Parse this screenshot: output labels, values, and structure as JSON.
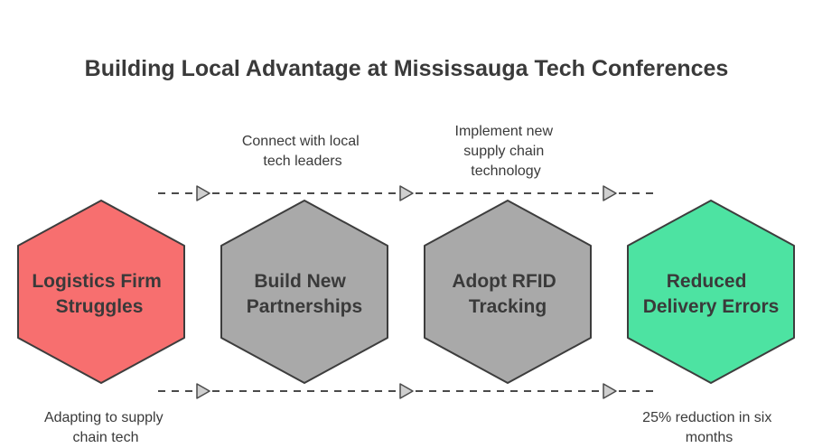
{
  "title": "Building Local Advantage at Mississauga Tech Conferences",
  "colors": {
    "text": "#3a3a3a",
    "connector": "#4a4a4a"
  },
  "steps": [
    {
      "label_lines": [
        "Logistics Firm",
        "Struggles"
      ],
      "fill": "#f76f6f",
      "stroke": "#3d3d3d"
    },
    {
      "label_lines": [
        "Build New",
        "Partnerships"
      ],
      "fill": "#a9a9a9",
      "stroke": "#3d3d3d"
    },
    {
      "label_lines": [
        "Adopt RFID",
        "Tracking"
      ],
      "fill": "#a9a9a9",
      "stroke": "#3d3d3d"
    },
    {
      "label_lines": [
        "Reduced",
        "Delivery Errors"
      ],
      "fill": "#4de3a2",
      "stroke": "#3d3d3d"
    }
  ],
  "top_notes": [
    {
      "lines": [
        "Connect with local",
        "tech leaders"
      ]
    },
    {
      "lines": [
        "Implement new",
        "supply chain",
        "technology"
      ]
    }
  ],
  "bottom_notes": [
    {
      "lines": [
        "Adapting to supply",
        "chain tech"
      ]
    },
    {
      "lines": [
        "25% reduction in six",
        "months"
      ]
    }
  ]
}
